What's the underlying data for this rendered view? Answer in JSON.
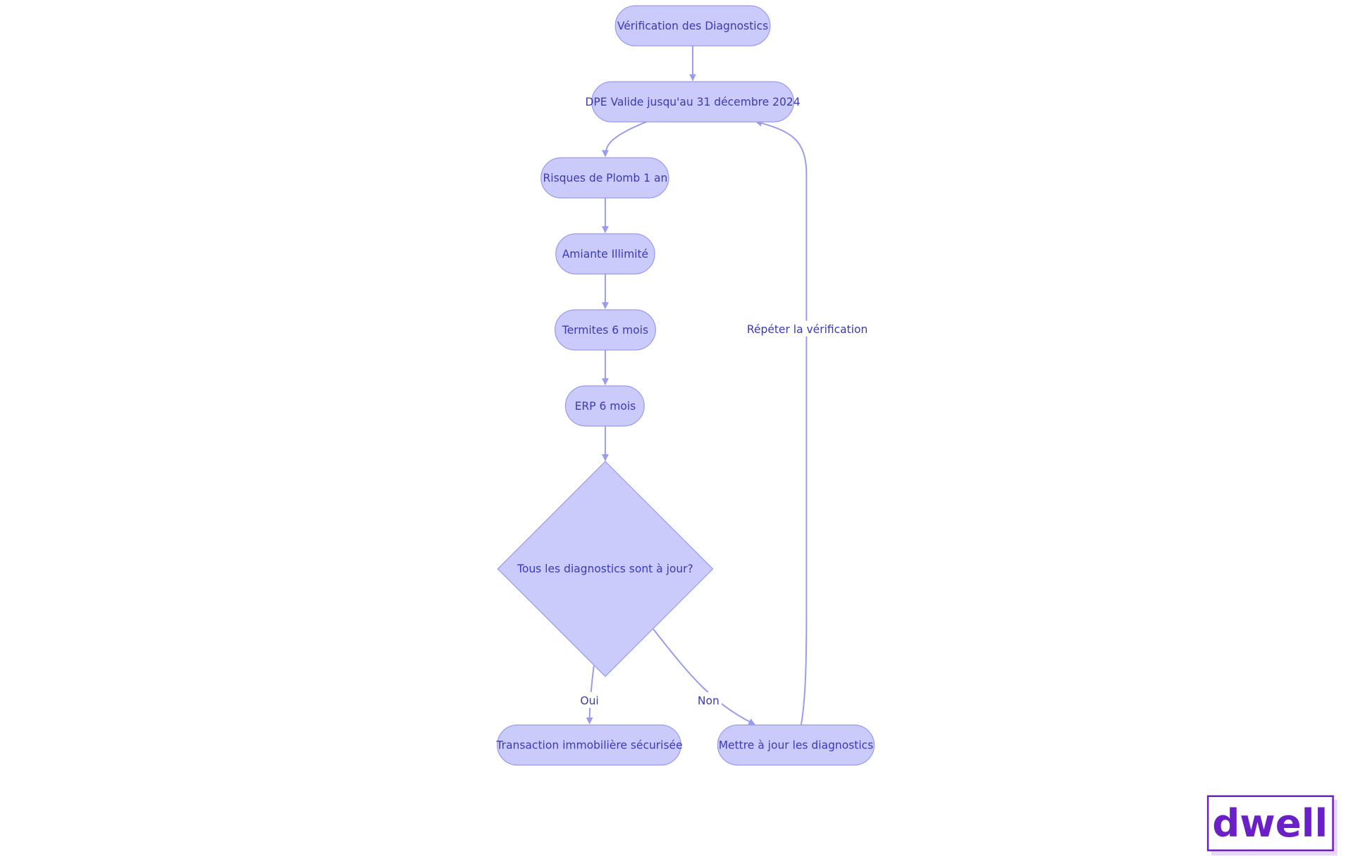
{
  "diagram": {
    "nodes": {
      "verification": "Vérification des Diagnostics",
      "dpe": "DPE Valide jusqu'au 31 décembre 2024",
      "plomb": "Risques de Plomb 1 an",
      "amiante": "Amiante Illimité",
      "termites": "Termites 6 mois",
      "erp": "ERP 6 mois",
      "decision": "Tous les diagnostics sont à jour?",
      "transaction": "Transaction immobilière sécurisée",
      "update": "Mettre à jour les diagnostics"
    },
    "edge_labels": {
      "oui": "Oui",
      "non": "Non",
      "repeat": "Répéter la vérification"
    },
    "colors": {
      "node_fill": "#cbcbfb",
      "node_stroke": "#9b9bee",
      "text": "#3a3ab8",
      "edge": "#9b9bee"
    }
  },
  "logo": {
    "text": "dwell",
    "color": "#6a1fc7"
  }
}
